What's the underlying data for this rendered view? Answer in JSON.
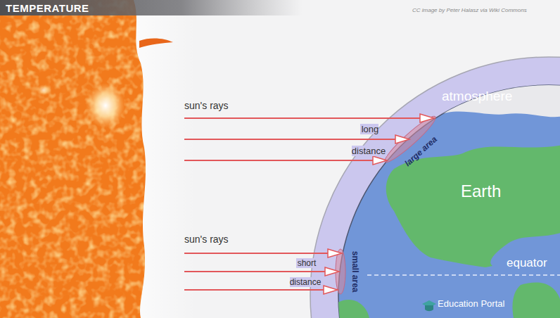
{
  "diagram": {
    "title": "TEMPERATURE",
    "nodes": [
      {
        "text": [
          "atmosphere"
        ]
      },
      {
        "text": [
          "Earth"
        ],
        "in": 0
      }
    ],
    "labels": [
      "CC image by Peter Halasz via Wiki Commons",
      "sun's rays",
      "long distance",
      "large area",
      "sun's rays",
      "short distance",
      "small area",
      "equator",
      "Education Portal"
    ]
  }
}
